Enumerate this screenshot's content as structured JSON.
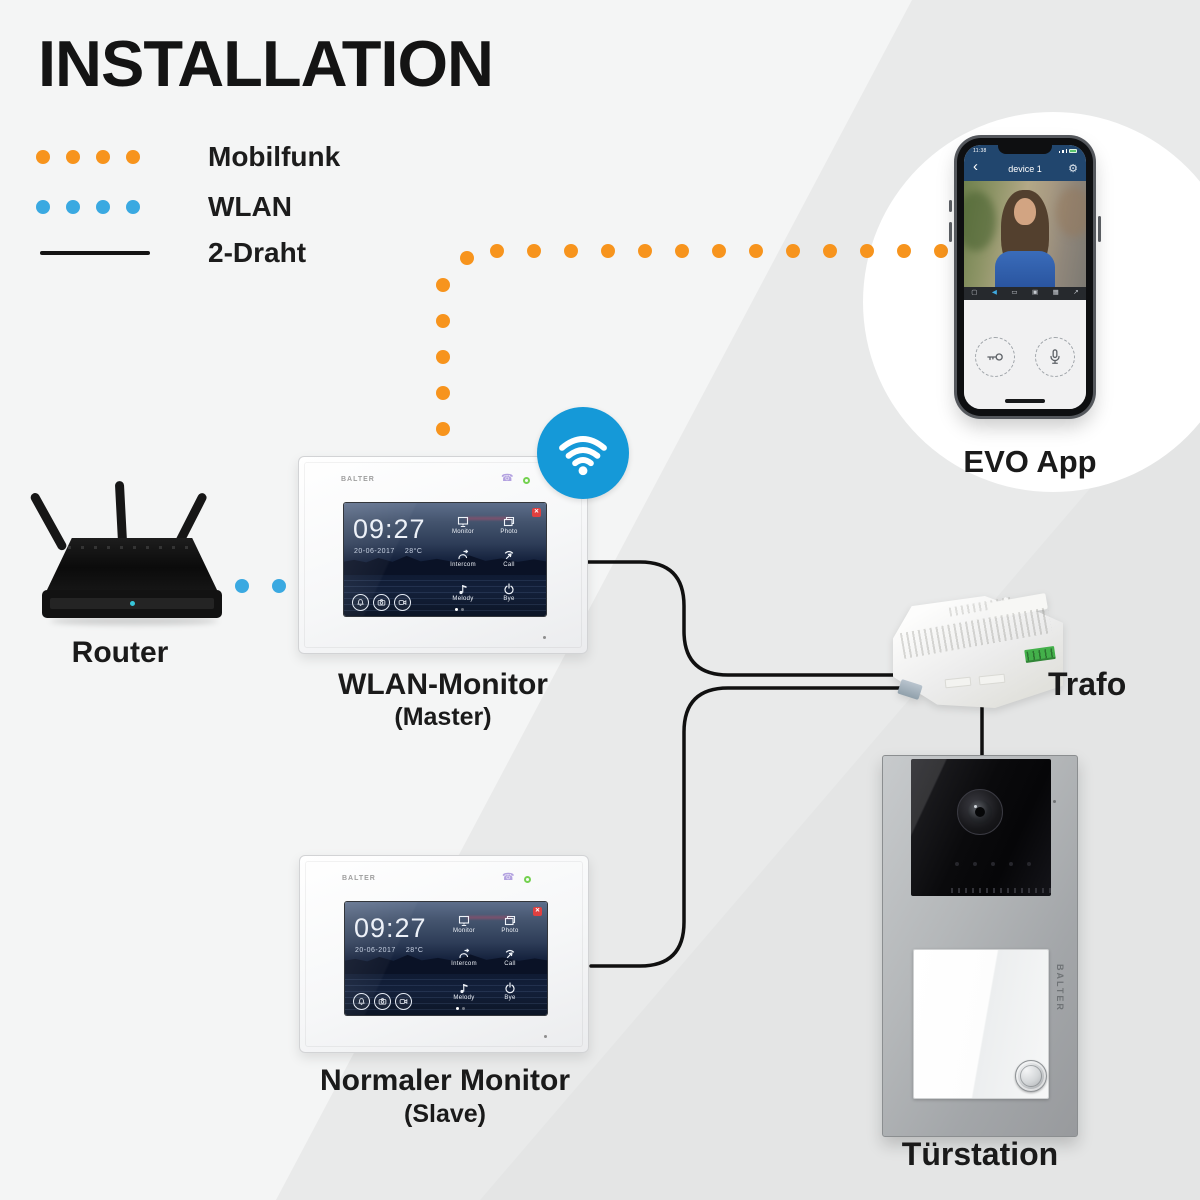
{
  "title": "INSTALLATION",
  "legend": {
    "mobilfunk": {
      "label": "Mobilfunk",
      "color": "#F7941D",
      "style": "dotted"
    },
    "wlan": {
      "label": "WLAN",
      "color": "#3AA9E1",
      "style": "dotted"
    },
    "zweidraht": {
      "label": "2-Draht",
      "color": "#141414",
      "style": "solid"
    }
  },
  "devices": {
    "router": {
      "label": "Router"
    },
    "wlan_monitor": {
      "label": "WLAN-Monitor",
      "sublabel": "(Master)"
    },
    "normal_monitor": {
      "label": "Normaler Monitor",
      "sublabel": "(Slave)"
    },
    "trafo": {
      "label": "Trafo"
    },
    "door_station": {
      "label": "Türstation",
      "brand": "BALTER"
    },
    "evo_app": {
      "label": "EVO App"
    }
  },
  "monitor_screen": {
    "brand": "BALTER",
    "time": "09:27",
    "date": "20-06-2017",
    "temperature": "28°C",
    "menu": [
      {
        "label": "Monitor"
      },
      {
        "label": "Photo"
      },
      {
        "label": "Intercom"
      },
      {
        "label": "Call"
      },
      {
        "label": "Melody"
      },
      {
        "label": "Bye"
      }
    ]
  },
  "phone": {
    "status_time": "11:38",
    "header_title": "device 1"
  },
  "colors": {
    "accent_orange": "#F7941D",
    "accent_blue": "#3AA9E1",
    "wifi_badge": "#1599D8",
    "phone_header": "#21466E"
  }
}
